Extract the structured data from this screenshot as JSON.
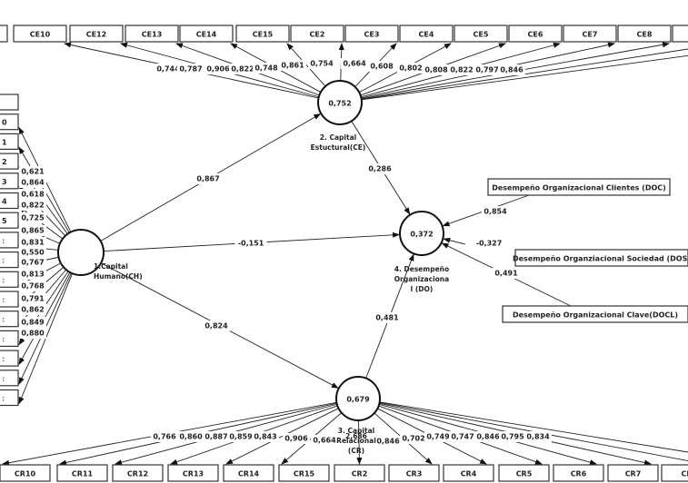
{
  "latent": {
    "CH": {
      "name_lines": [
        "1.Capital",
        "Humano(CH)"
      ],
      "r2": ""
    },
    "CE": {
      "name_lines": [
        "2. Capital",
        "Estuctural(CE)"
      ],
      "r2": "0,752"
    },
    "CR": {
      "name_lines": [
        "3. Capital",
        "Relacional",
        "(CR)"
      ],
      "r2": "0,679",
      "overlap_text": "2,686"
    },
    "DO": {
      "name_lines": [
        "4. Desempeño",
        "Organizaciona",
        "l (DO)"
      ],
      "r2": "0,372"
    }
  },
  "paths": [
    {
      "from": "CH",
      "to": "CE",
      "coef": "0,867"
    },
    {
      "from": "CH",
      "to": "DO",
      "coef": "-0,151"
    },
    {
      "from": "CH",
      "to": "CR",
      "coef": "0,824"
    },
    {
      "from": "CE",
      "to": "DO",
      "coef": "0,286"
    },
    {
      "from": "CR",
      "to": "DO",
      "coef": "0,481"
    }
  ],
  "ce_indicators": [
    {
      "label": "",
      "loading": ""
    },
    {
      "label": "CE10",
      "loading": "0,744"
    },
    {
      "label": "CE12",
      "loading": "0,787"
    },
    {
      "label": "CE13",
      "loading": "0,906"
    },
    {
      "label": "CE14",
      "loading": "0,822"
    },
    {
      "label": "CE15",
      "loading": "0,748"
    },
    {
      "label": "CE2",
      "loading": "0,861"
    },
    {
      "label": "CE3",
      "loading": "0,754"
    },
    {
      "label": "CE4",
      "loading": "0,664"
    },
    {
      "label": "CE5",
      "loading": "0,608"
    },
    {
      "label": "CE6",
      "loading": "0,802"
    },
    {
      "label": "CE7",
      "loading": "0,808"
    },
    {
      "label": "CE8",
      "loading": "0,822"
    },
    {
      "label": "",
      "loading": "0,797"
    },
    {
      "label": "",
      "loading": "0,846"
    }
  ],
  "ch_indicators": [
    {
      "label": "",
      "loading": ""
    },
    {
      "label": "0",
      "loading": "0,621"
    },
    {
      "label": "1",
      "loading": "0,864"
    },
    {
      "label": "2",
      "loading": "0,618"
    },
    {
      "label": "3",
      "loading": "0,822"
    },
    {
      "label": "4",
      "loading": "0,725"
    },
    {
      "label": "5",
      "loading": "0,865"
    },
    {
      "label": ":",
      "loading": "0,831"
    },
    {
      "label": ":",
      "loading": "0,550"
    },
    {
      "label": ":",
      "loading": "0,767"
    },
    {
      "label": ":",
      "loading": "0,813"
    },
    {
      "label": ":",
      "loading": "0,768"
    },
    {
      "label": ":",
      "loading": "0,791"
    },
    {
      "label": ":",
      "loading": "0,862"
    },
    {
      "label": ":",
      "loading": "0,849"
    },
    {
      "label": ":",
      "loading": "0,880"
    }
  ],
  "cr_indicators": [
    {
      "label": "CR10",
      "loading": "0,766"
    },
    {
      "label": "CR11",
      "loading": "0,860"
    },
    {
      "label": "CR12",
      "loading": "0,887"
    },
    {
      "label": "CR13",
      "loading": "0,859"
    },
    {
      "label": "CR14",
      "loading": "0,843"
    },
    {
      "label": "CR15",
      "loading": "0,906"
    },
    {
      "label": "CR2",
      "loading": "0,664"
    },
    {
      "label": "CR3",
      "loading": "0,846"
    },
    {
      "label": "CR4",
      "loading": "0,702"
    },
    {
      "label": "CR5",
      "loading": "0,749"
    },
    {
      "label": "CR6",
      "loading": "0,747"
    },
    {
      "label": "CR7",
      "loading": "0,846"
    },
    {
      "label": "CR",
      "loading": "0,795"
    },
    {
      "label": "",
      "loading": "0,834"
    }
  ],
  "do_indicators": [
    {
      "label": "Desempeño Organizacional Clientes (DOC)",
      "loading": "0,854"
    },
    {
      "label": "Desempeño Organziacional Sociedad (DOS)",
      "loading": "-0,327"
    },
    {
      "label": "Desempeño Organizacional Clave(DOCL)",
      "loading": "0,491"
    }
  ]
}
